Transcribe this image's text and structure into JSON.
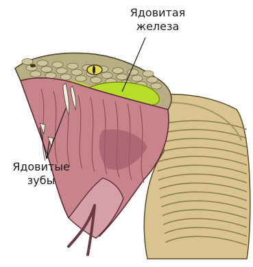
{
  "labels": {
    "venom_gland": {
      "line1": "Ядовитая",
      "line2": "железа"
    },
    "venom_fangs": {
      "line1": "Ядовитые",
      "line2": "зубы"
    }
  },
  "colors": {
    "scales_head": "#b8ad83",
    "scales_dark": "#6e6648",
    "mouth": "#c9838c",
    "mouth_dark": "#8e4a57",
    "gland": "#b8dc2a",
    "neck": "#d9c48f",
    "neck_lines": "#8c7a4e",
    "tongue": "#6a3b47",
    "eye": "#e9d94a"
  }
}
